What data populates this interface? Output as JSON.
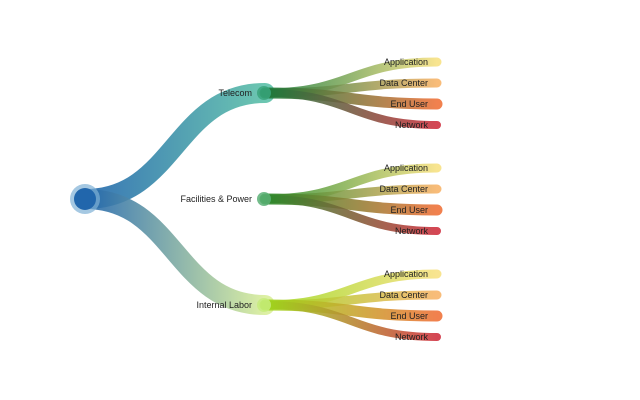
{
  "root": {
    "color": "#2166ac"
  },
  "groups": [
    {
      "label": "Telecom",
      "color": "#5cc0a8",
      "node_color": "#3aa57c",
      "hub_color": "#1a7a3a",
      "children": [
        {
          "label": "Application",
          "color": "#f8e38a"
        },
        {
          "label": "Data Center",
          "color": "#f8b872"
        },
        {
          "label": "End User",
          "color": "#f07a45"
        },
        {
          "label": "Network",
          "color": "#d23d4b"
        }
      ]
    },
    {
      "label": "Facilities & Power",
      "color": "#7cc3a9",
      "node_color": "#5cb077",
      "hub_color": "#2b8a2b",
      "children": [
        {
          "label": "Application",
          "color": "#f8e38a"
        },
        {
          "label": "Data Center",
          "color": "#f8b872"
        },
        {
          "label": "End User",
          "color": "#f07a45"
        },
        {
          "label": "Network",
          "color": "#d23d4b"
        }
      ]
    },
    {
      "label": "Internal Labor",
      "color": "#d9ee9a",
      "node_color": "#c7ec7c",
      "hub_color": "#9ed61c",
      "children": [
        {
          "label": "Application",
          "color": "#f8e38a"
        },
        {
          "label": "Data Center",
          "color": "#f8b872"
        },
        {
          "label": "End User",
          "color": "#f07a45"
        },
        {
          "label": "Network",
          "color": "#d23d4b"
        }
      ]
    }
  ]
}
